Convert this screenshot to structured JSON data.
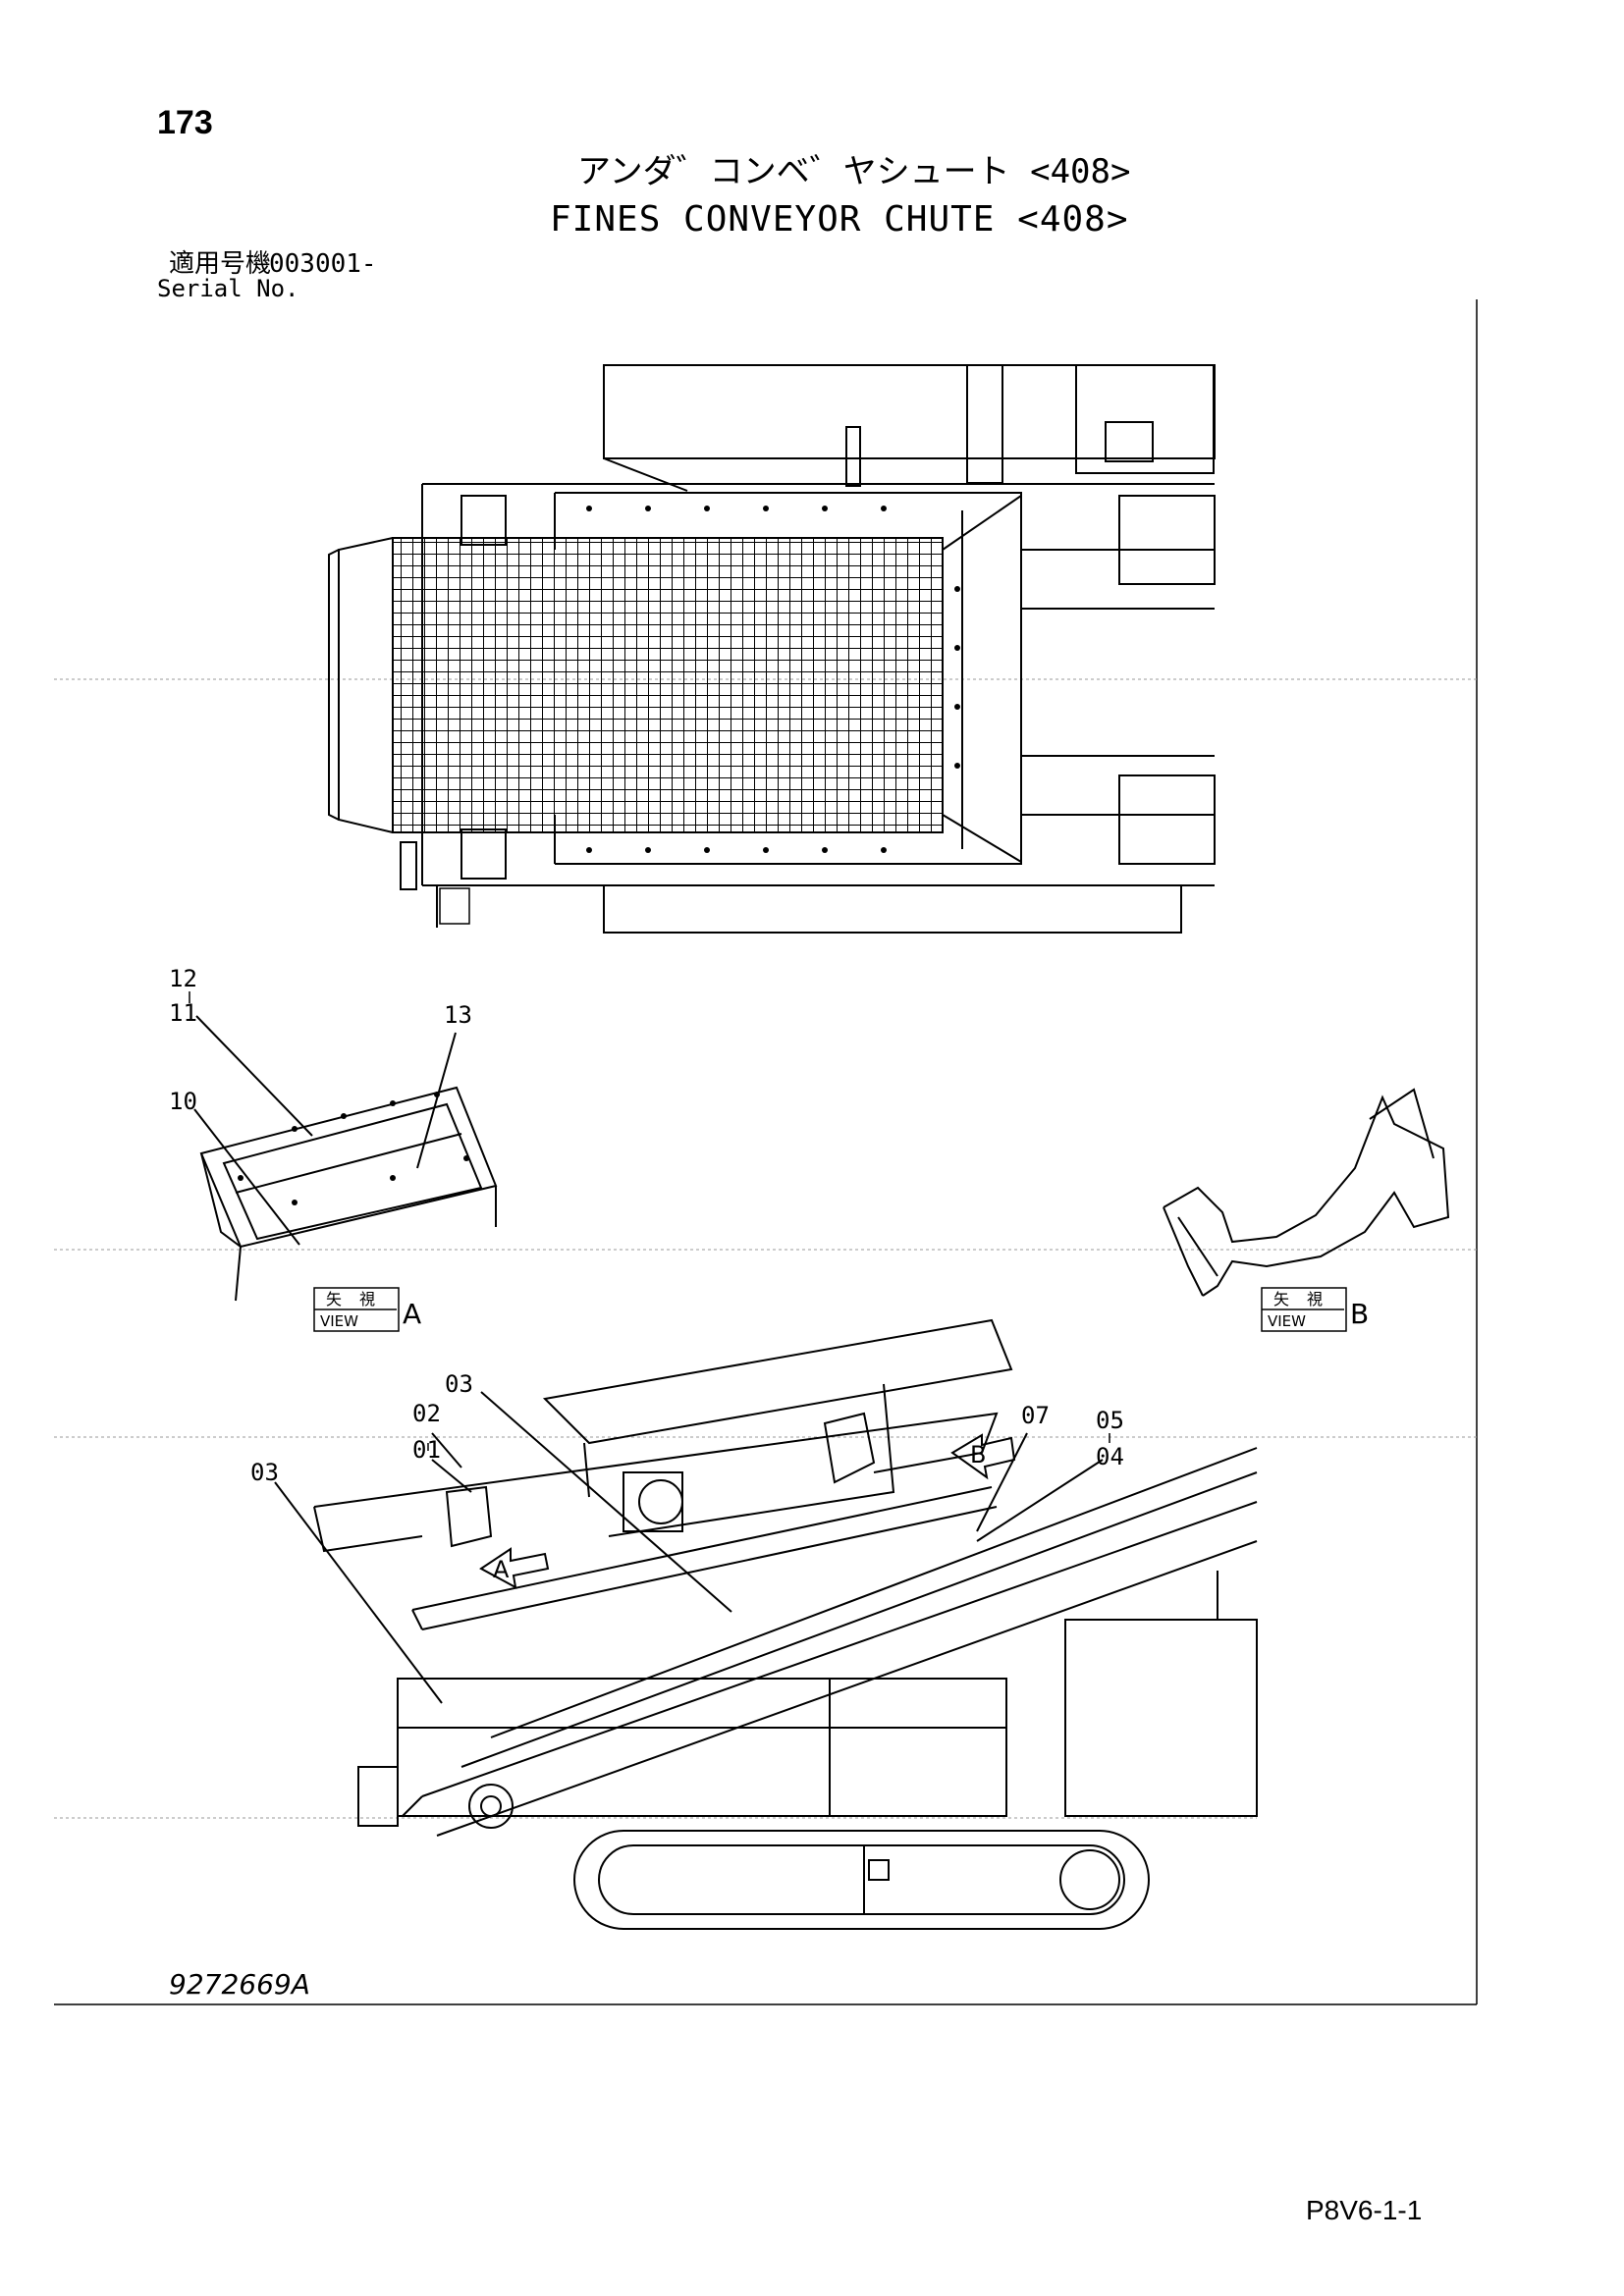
{
  "page": {
    "number": "173",
    "title_jp": "アンダ゛コンベ゛ヤシュート <408>",
    "title_en": "FINES CONVEYOR CHUTE <408>",
    "serial_label_jp": "適用号機",
    "serial_value": "003001-",
    "serial_label_en": "Serial No.",
    "drawing_number": "9272669A",
    "page_code": "P8V6-1-1"
  },
  "views": {
    "a": {
      "kanji_left": "矢",
      "kanji_right": "視",
      "word": "VIEW",
      "letter": "A"
    },
    "b": {
      "kanji_left": "矢",
      "kanji_right": "視",
      "word": "VIEW",
      "letter": "B"
    }
  },
  "view_a_callouts": {
    "c12": "12",
    "c11": "11",
    "c13": "13",
    "c10": "10"
  },
  "side_view_callouts": {
    "c03_top": "03",
    "c02": "02",
    "c01": "01",
    "c07": "07",
    "c05": "05",
    "c04": "04",
    "c03_left": "03",
    "arrow_a": "A",
    "arrow_b": "B"
  },
  "colors": {
    "line": "#000000",
    "paper": "#ffffff",
    "guide": "#999999"
  }
}
